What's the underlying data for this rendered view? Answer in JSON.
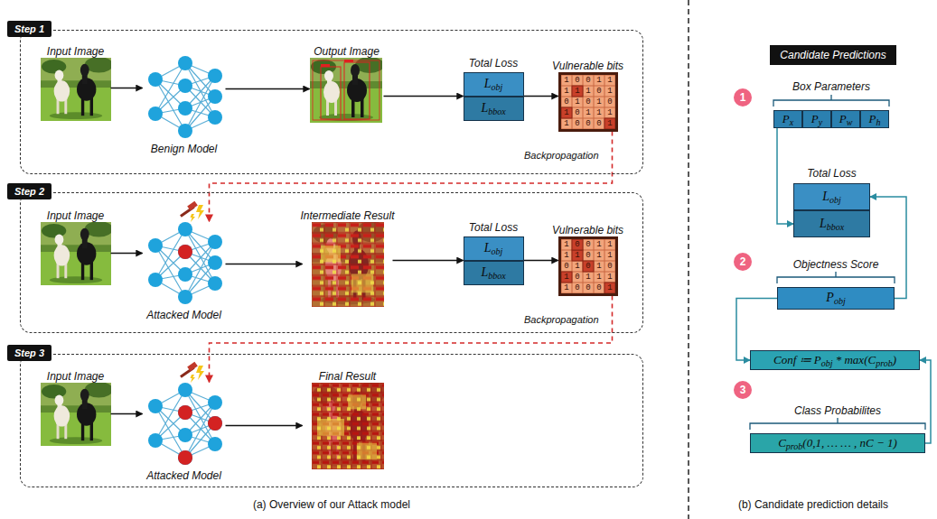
{
  "diagram": {
    "nodes": [
      {
        "text": [
          "Step 1"
        ]
      },
      {
        "text": [
          "Input Image"
        ],
        "in": 0
      },
      {
        "text": [
          "Benign Model"
        ],
        "in": 0
      },
      {
        "text": [
          "Output Image"
        ],
        "in": 0
      },
      {
        "text": [
          "Total Loss"
        ],
        "in": 0
      },
      {
        "text": [
          "L",
          "obj"
        ],
        "in": 4
      },
      {
        "text": [
          "L",
          "bbox"
        ],
        "in": 4
      },
      {
        "text": [
          "Vulnerable bits"
        ],
        "in": 0
      },
      {
        "text": [
          "Step 2"
        ]
      },
      {
        "text": [
          "Input Image"
        ],
        "in": 8
      },
      {
        "text": [
          "Attacked Model"
        ],
        "in": 8
      },
      {
        "text": [
          "Intermediate Result"
        ],
        "in": 8
      },
      {
        "text": [
          "Total Loss"
        ],
        "in": 8
      },
      {
        "text": [
          "L",
          "obj"
        ],
        "in": 12
      },
      {
        "text": [
          "L",
          "bbox"
        ],
        "in": 12
      },
      {
        "text": [
          "Vulnerable bits"
        ],
        "in": 8
      },
      {
        "text": [
          "Step 3"
        ]
      },
      {
        "text": [
          "Input Image"
        ],
        "in": 16
      },
      {
        "text": [
          "Attacked Model"
        ],
        "in": 16
      },
      {
        "text": [
          "Final Result"
        ],
        "in": 16
      },
      {
        "text": [
          "Candidate Predictions"
        ]
      },
      {
        "text": [
          "1"
        ]
      },
      {
        "text": [
          "Box Parameters"
        ]
      },
      {
        "text": [
          "P",
          "x"
        ],
        "in": 22
      },
      {
        "text": [
          "P",
          "y"
        ],
        "in": 22
      },
      {
        "text": [
          "P",
          "w"
        ],
        "in": 22
      },
      {
        "text": [
          "P",
          "h"
        ],
        "in": 22
      },
      {
        "text": [
          "Total Loss"
        ]
      },
      {
        "text": [
          "L",
          "obj"
        ],
        "in": 27
      },
      {
        "text": [
          "L",
          "bbox"
        ],
        "in": 27
      },
      {
        "text": [
          "2"
        ]
      },
      {
        "text": [
          "Objectness Score",
          "P",
          "obj"
        ]
      },
      {
        "text": [
          "Conf ≔ P",
          "obj",
          " * max(C",
          "prob",
          ")"
        ]
      },
      {
        "text": [
          "3"
        ]
      },
      {
        "text": [
          "Class Probabilites",
          "C",
          "prob",
          "(0,1, … … , nC − 1)"
        ]
      }
    ],
    "edges": [
      {
        "from": 1,
        "to": 2,
        "arrow": "to"
      },
      {
        "from": 2,
        "to": 3,
        "arrow": "to"
      },
      {
        "from": 3,
        "to": 4,
        "arrow": "to"
      },
      {
        "from": 4,
        "to": 7,
        "arrow": "to"
      },
      {
        "from": 7,
        "to": 10,
        "arrow": "to"
      },
      {
        "from": 9,
        "to": 10,
        "arrow": "to"
      },
      {
        "from": 10,
        "to": 11,
        "arrow": "to"
      },
      {
        "from": 11,
        "to": 12,
        "arrow": "to"
      },
      {
        "from": 12,
        "to": 15,
        "arrow": "to"
      },
      {
        "from": 15,
        "to": 18,
        "arrow": "to"
      },
      {
        "from": 17,
        "to": 18,
        "arrow": "to"
      },
      {
        "from": 18,
        "to": 19,
        "arrow": "to"
      },
      {
        "from": 22,
        "to": 27,
        "arrow": "to"
      },
      {
        "from": 31,
        "to": 27,
        "arrow": "to"
      },
      {
        "from": 31,
        "to": 32,
        "arrow": "to"
      },
      {
        "from": 34,
        "to": 32,
        "arrow": "to"
      }
    ],
    "labels": [
      "Backpropagation",
      "1 0 0 1 1",
      "1 1 1 0 1",
      "0 1 0 1 0",
      "1 0 1 1 1",
      "1 0 0 0 1",
      "Backpropagation",
      "1 0 0 1 1",
      "1 1 0 1 1",
      "0 1 0 1 0",
      "1 0 1 1 1",
      "1 0 0 0 1",
      "(a) Overview of our Attack model",
      "(b) Candidate prediction details"
    ]
  }
}
